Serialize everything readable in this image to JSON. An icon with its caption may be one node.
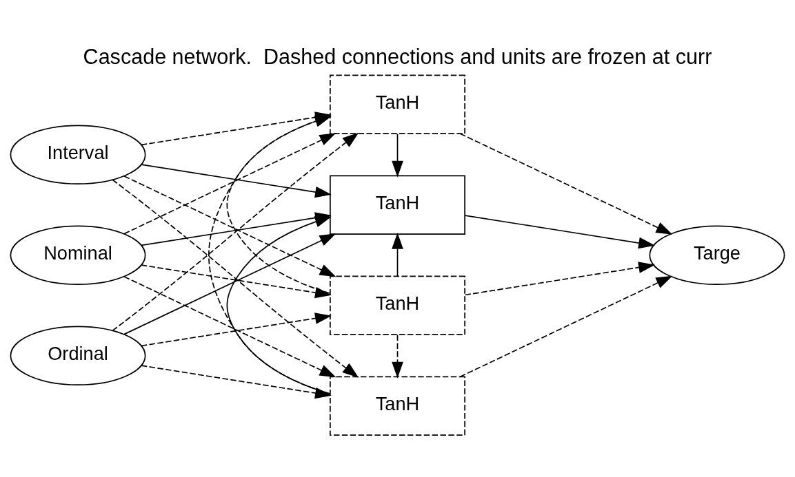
{
  "diagram": {
    "title": "Cascade network.  Dashed connections and units are frozen at curr",
    "nodes": [
      {
        "text": [
          "Interval"
        ]
      },
      {
        "text": [
          "Nominal"
        ]
      },
      {
        "text": [
          "Ordinal"
        ]
      },
      {
        "text": [
          "TanH"
        ]
      },
      {
        "text": [
          "TanH"
        ]
      },
      {
        "text": [
          "TanH"
        ]
      },
      {
        "text": [
          "TanH"
        ]
      },
      {
        "text": [
          "Targe"
        ]
      }
    ],
    "edges": [
      {
        "from": 0,
        "to": 3,
        "arrow": "to",
        "style": "dashed"
      },
      {
        "from": 0,
        "to": 4,
        "arrow": "to",
        "style": "dashed"
      },
      {
        "from": 0,
        "to": 5,
        "arrow": "to",
        "style": "dashed"
      },
      {
        "from": 0,
        "to": 6,
        "arrow": "to"
      },
      {
        "from": 1,
        "to": 3,
        "arrow": "to",
        "style": "dashed"
      },
      {
        "from": 1,
        "to": 4,
        "arrow": "to",
        "style": "dashed"
      },
      {
        "from": 1,
        "to": 5,
        "arrow": "to",
        "style": "dashed"
      },
      {
        "from": 1,
        "to": 6,
        "arrow": "to"
      },
      {
        "from": 2,
        "to": 3,
        "arrow": "to",
        "style": "dashed"
      },
      {
        "from": 2,
        "to": 4,
        "arrow": "to",
        "style": "dashed"
      },
      {
        "from": 2,
        "to": 5,
        "arrow": "to",
        "style": "dashed"
      },
      {
        "from": 2,
        "to": 6,
        "arrow": "to"
      },
      {
        "from": 3,
        "to": 4,
        "arrow": "to",
        "style": "dashed"
      },
      {
        "from": 3,
        "to": 5,
        "arrow": "to",
        "style": "dashed"
      },
      {
        "from": 3,
        "to": 6,
        "arrow": "to"
      },
      {
        "from": 4,
        "to": 5,
        "arrow": "to",
        "style": "dashed"
      },
      {
        "from": 4,
        "to": 6,
        "arrow": "to"
      },
      {
        "from": 5,
        "to": 6,
        "arrow": "to"
      },
      {
        "from": 3,
        "to": 7,
        "arrow": "to",
        "style": "dashed"
      },
      {
        "from": 4,
        "to": 7,
        "arrow": "to",
        "style": "dashed"
      },
      {
        "from": 5,
        "to": 7,
        "arrow": "to",
        "style": "dashed"
      },
      {
        "from": 6,
        "to": 7,
        "arrow": "to"
      }
    ]
  }
}
